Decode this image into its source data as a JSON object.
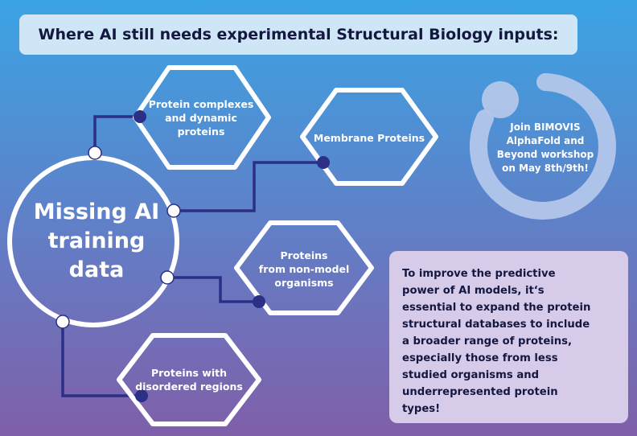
{
  "title": "Where AI still needs experimental Structural Biology inputs:",
  "center": {
    "label": "Missing AI\ntraining data"
  },
  "nodes": [
    {
      "id": "complexes",
      "label": "Protein complexes\nand dynamic\nproteins"
    },
    {
      "id": "membrane",
      "label": "Membrane Proteins"
    },
    {
      "id": "nonmodel",
      "label": "Proteins\nfrom non-model\norganisms"
    },
    {
      "id": "disordered",
      "label": "Proteins with\ndisordered regions"
    }
  ],
  "workshop": {
    "text": "Join BIMOVIS\nAlphaFold and\nBeyond workshop\non May 8th/9th!"
  },
  "info": {
    "text": "To improve the predictive power of AI models, it‘s essential to expand the protein structural databases to include a broader range of proteins, especially those from less studied organisms and underrepresented protein types!"
  },
  "colors": {
    "title_bg": "#cfe6f7",
    "text_dark": "#14173f",
    "connector": "#2b2f86",
    "hex_stroke": "#ffffff",
    "info_bg": "#d6ccea",
    "exclamation": "#8e67b3",
    "ring": "#b3c6ea"
  },
  "icons": [
    "exclamation-icon",
    "progress-ring-icon"
  ]
}
